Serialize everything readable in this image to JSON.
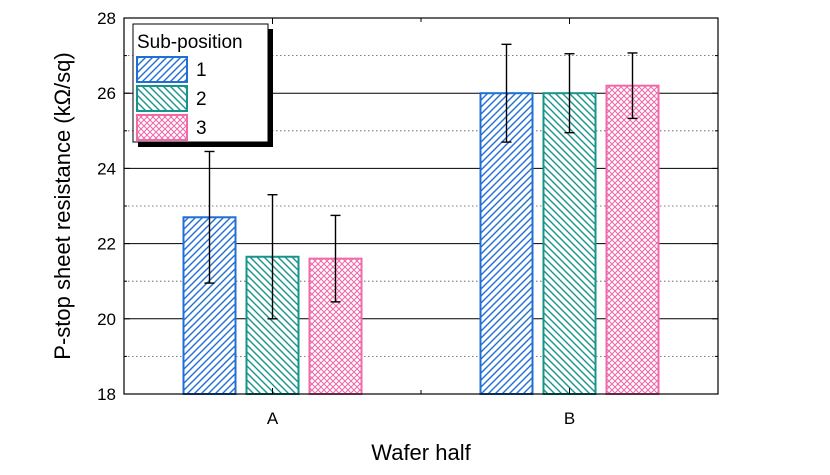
{
  "chart_data": {
    "type": "bar",
    "xlabel": "Wafer half",
    "ylabel": "P-stop sheet resistance (kΩ/sq)",
    "categories": [
      "A",
      "B"
    ],
    "ylim": [
      18,
      28
    ],
    "yticks": [
      18,
      20,
      22,
      24,
      26,
      28
    ],
    "grid": "horizontal, solid at major ticks, dotted at minor ticks",
    "legend": {
      "title": "Sub-position",
      "placement": "top-left"
    },
    "series": [
      {
        "name": "1",
        "values": [
          22.7,
          26.0
        ],
        "errors": [
          1.75,
          1.3
        ],
        "color": "#1f6fd6",
        "pattern": "diagonal-up"
      },
      {
        "name": "2",
        "values": [
          21.65,
          26.0
        ],
        "errors": [
          1.65,
          1.05
        ],
        "color": "#16948a",
        "pattern": "diagonal-down"
      },
      {
        "name": "3",
        "values": [
          21.6,
          26.2
        ],
        "errors": [
          1.15,
          0.87
        ],
        "color": "#f06aaa",
        "pattern": "crosshatch"
      }
    ]
  }
}
